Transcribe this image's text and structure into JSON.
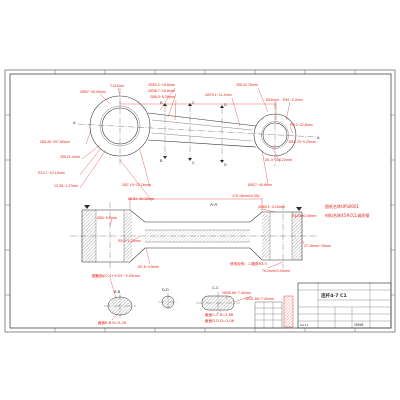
{
  "colors": {
    "annotation": "#e3241b",
    "drawing_line": "#2b2b2b",
    "frame": "#444444"
  },
  "top_view": {
    "dims": [
      "2Ø57~28.09mm",
      "T122mm",
      "2Ø53.2~15.8mm",
      "2Ø38.7~16.8mm",
      "2Ø8.0~5.28mm",
      "2Ø142.75mm",
      "2Ø75.1~11.2mm",
      "Ø16mm",
      "R61~2.2mm",
      "R8.3~22.6mm",
      "Ø15.75~9.25mm",
      "2Ø145~297.65mm",
      "2Ø121.4mm",
      "R13.7~10.14mm",
      "13.36~1.27mm",
      "2Ø7.19~22.16mm",
      "66.54~40.19mm",
      "Ø517~45.8mm",
      "Ø1.3~216.22mm"
    ],
    "cut_marks": [
      "A",
      "A",
      "B",
      "B",
      "C",
      "C",
      "D",
      "D"
    ]
  },
  "section_aa": {
    "title": "A-A",
    "dims": [
      "170.18mm±0.05L",
      "2Ø65.1~3.15mm",
      "R12.5±0.05mm",
      "27.16mm~25mm",
      "76.2mm±1.05mm",
      "Ø50~5.5mm",
      "R5.4~1.23mm",
      "Ø7.6~4.5mm"
    ],
    "note": "修改说明：1.圆角R3.5"
  },
  "small_sections": {
    "bb_title": "B-B",
    "cc_title": "C-C",
    "dd_title": "D-D",
    "dims": [
      "圆截面Ø7.4+9.55~3.05mm",
      "2Ø35.56~7.42mm",
      "2Ø31.56~7.42mm",
      "截面B-B R=5.28",
      "截面C-C R=2.86",
      "截面D-D D=2.06"
    ]
  },
  "spec_notes": [
    "图纸名称UPS0001",
    "材料名称45#CCL调质钢"
  ],
  "title_block": {
    "part_name": "连杆4-7 C1",
    "sheet": "A4 1:1",
    "drawing_no": "25948"
  }
}
